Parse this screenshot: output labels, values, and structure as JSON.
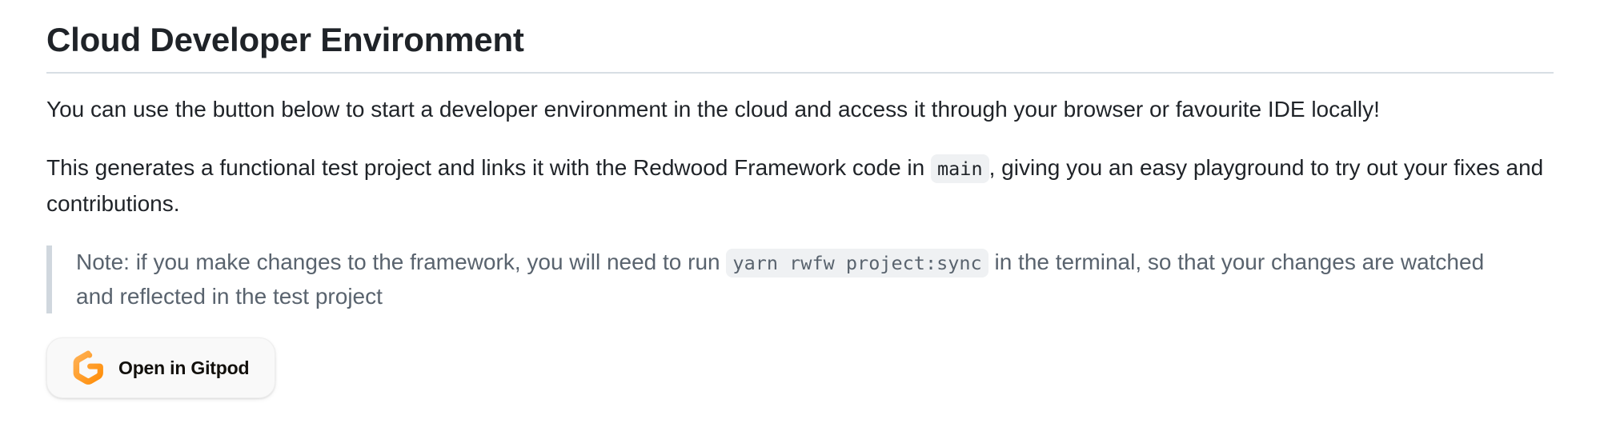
{
  "section": {
    "title": "Cloud Developer Environment",
    "paragraph1": "You can use the button below to start a developer environment in the cloud and access it through your browser or favourite IDE locally!",
    "paragraph2_before": "This generates a functional test project and links it with the Redwood Framework code in ",
    "paragraph2_code": "main",
    "paragraph2_after": ", giving you an easy playground to try out your fixes and contributions.",
    "note_before": "Note: if you make changes to the framework, you will need to run ",
    "note_code": "yarn rwfw project:sync",
    "note_after": " in the terminal, so that your changes are watched and reflected in the test project"
  },
  "gitpod_button": {
    "label": "Open in Gitpod",
    "icon": "gitpod-logo-icon",
    "accent": "#ff8a00"
  }
}
